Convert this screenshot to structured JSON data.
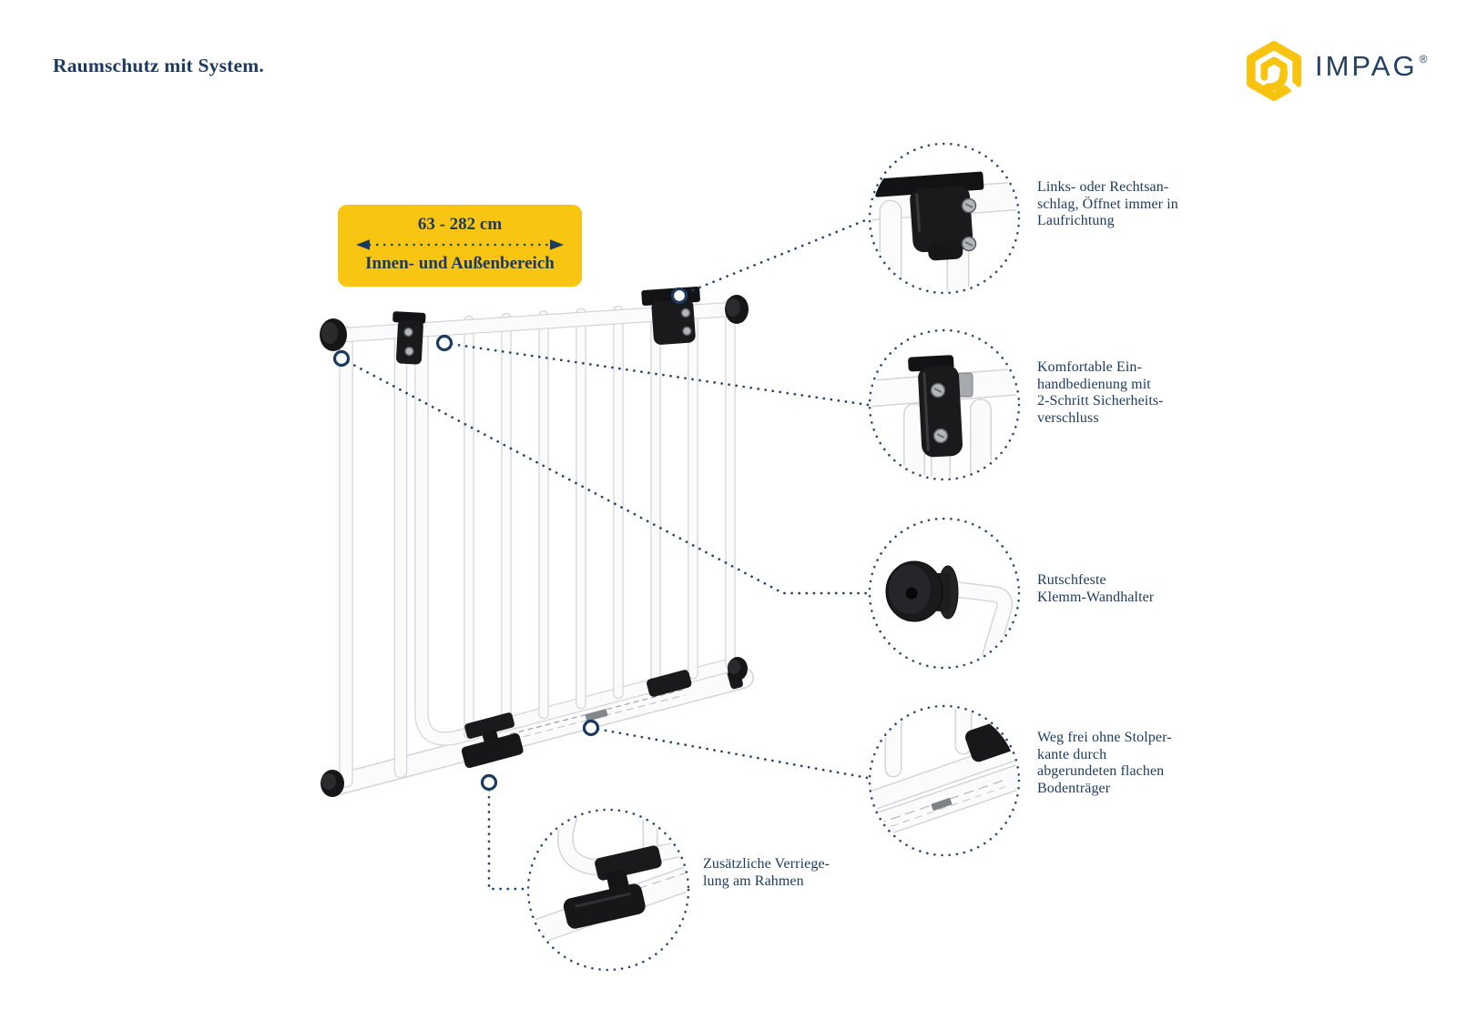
{
  "header": {
    "tagline": "Raumschutz mit System."
  },
  "brand": {
    "name": "IMPAG",
    "registered": "®",
    "logo_icon": "impag-hexagon-icon"
  },
  "badge": {
    "range": "63 - 282 cm",
    "area": "Innen- und Außenbereich",
    "arrow_icon": "double-headed-dotted-arrow",
    "bg_color": "#F9C513"
  },
  "colors": {
    "navy_text": "#1C3A5E",
    "dotted_line": "#27466E",
    "yellow": "#F9C513"
  },
  "callouts": [
    {
      "id": "hinge",
      "label": "Links- oder Rechtsan-\nschlag, Öffnet immer in\nLaufrichtung"
    },
    {
      "id": "latch",
      "label": "Komfortable Ein-\nhandbedienung mit\n2-Schritt Sicherheits-\nverschluss"
    },
    {
      "id": "wall-holder",
      "label": "Rutschfeste\nKlemm-Wandhalter"
    },
    {
      "id": "floor-bar",
      "label": "Weg frei ohne Stolper-\nkante durch\nabgerundeten flachen\nBodenträger"
    },
    {
      "id": "frame-lock",
      "label": "Zusätzliche Verriege-\nlung am Rahmen"
    }
  ]
}
